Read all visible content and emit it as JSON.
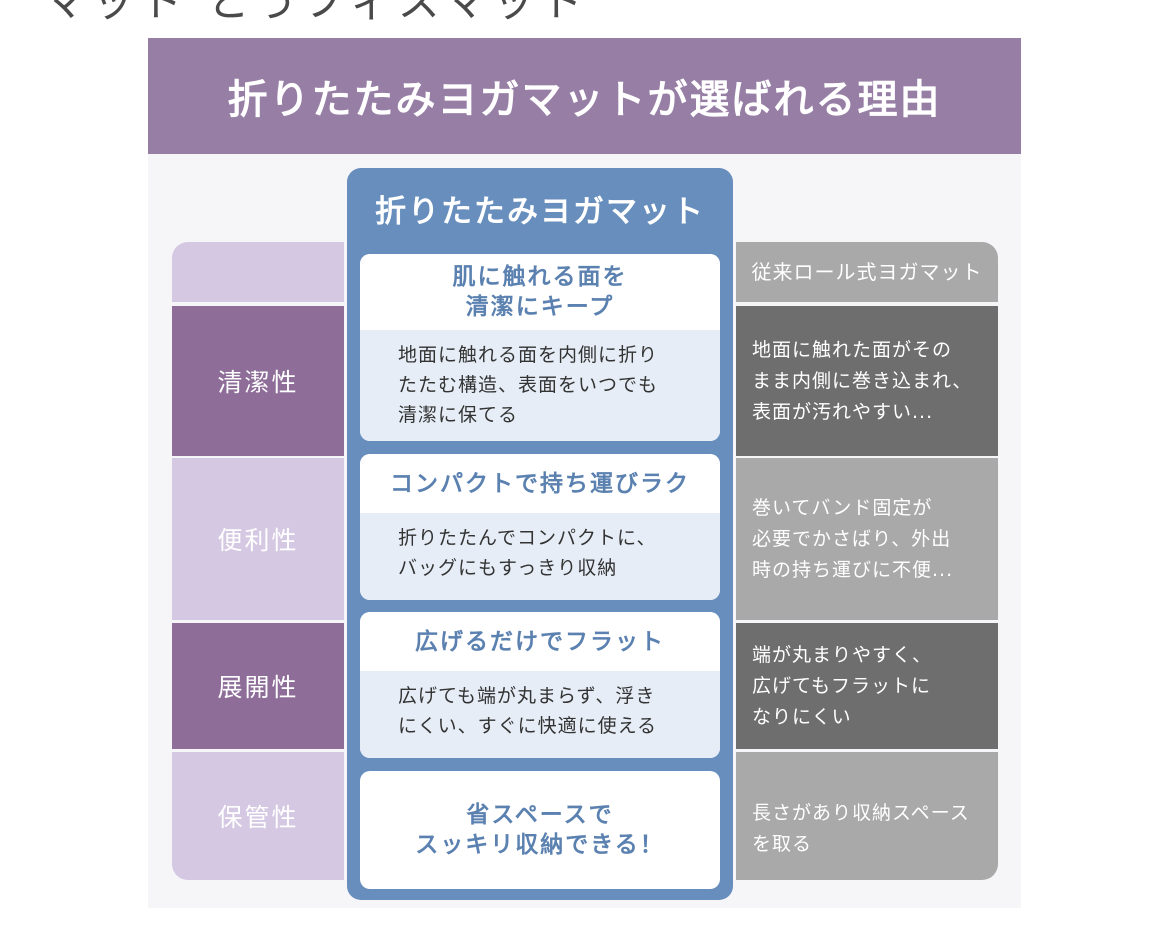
{
  "top_heading": "マット とうフィスマット",
  "banner_title": "折りたたみヨガマットが選ばれる理由",
  "center": {
    "title": "折りたたみヨガマット",
    "cards": [
      {
        "title_line1": "肌に触れる面を",
        "title_line2": "清潔にキープ",
        "body_lines": [
          "地面に触れる面を内側に折り",
          "たたむ構造、表面をいつでも",
          "清潔に保てる"
        ]
      },
      {
        "title_line1": "コンパクトで持ち運びラク",
        "title_line2": "",
        "body_lines": [
          "折りたたんでコンパクトに、",
          "バッグにもすっきり収納"
        ]
      },
      {
        "title_line1": "広げるだけでフラット",
        "title_line2": "",
        "body_lines": [
          "広げても端が丸まらず、浮き",
          "にくい、すぐに快適に使える"
        ]
      },
      {
        "title_line1": "省スペースで",
        "title_line2": "スッキリ収納できる！",
        "body_lines": []
      }
    ]
  },
  "categories": [
    "清潔性",
    "便利性",
    "展開性",
    "保管性"
  ],
  "comparison": {
    "header": "従来ロール式ヨガマット",
    "rows": [
      [
        "地面に触れた面がその",
        "まま内側に巻き込まれ、",
        "表面が汚れやすい..."
      ],
      [
        "巻いてバンド固定が",
        "必要でかさばり、外出",
        "時の持ち運びに不便..."
      ],
      [
        "端が丸まりやすく、",
        "広げてもフラットに",
        "なりにくい"
      ],
      [
        "長さがあり収納スペース",
        "を取る"
      ]
    ]
  },
  "colors": {
    "banner": "#977ea5",
    "category_light": "#d5c8e2",
    "category_dark": "#8e6e99",
    "center_blue": "#678ebd",
    "card_title_text": "#5b81b0",
    "card_body_bg": "#e6edf6",
    "compare_light": "#a9a9a9",
    "compare_dark": "#6e6e6e"
  }
}
